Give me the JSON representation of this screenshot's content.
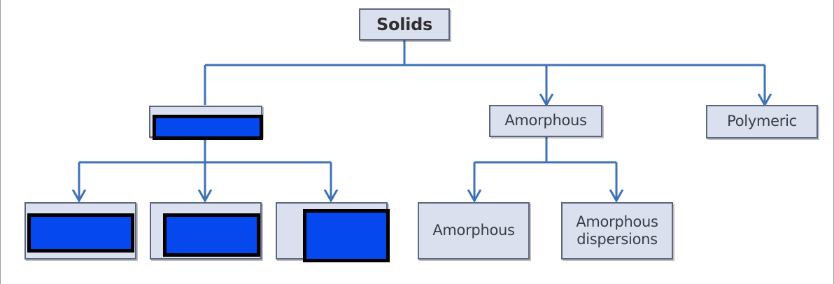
{
  "diagram": {
    "root": {
      "label": "Solids"
    },
    "level1": [
      {
        "id": "crystalline",
        "label": "",
        "redacted": true
      },
      {
        "id": "amorphous",
        "label": "Amorphous"
      },
      {
        "id": "polymeric",
        "label": "Polymeric"
      }
    ],
    "crystalline_children": [
      {
        "id": "c1",
        "label": "",
        "redacted": true
      },
      {
        "id": "c2",
        "label": "",
        "redacted": true
      },
      {
        "id": "c3",
        "label": "",
        "redacted": true
      }
    ],
    "amorphous_children": [
      {
        "id": "a1",
        "label": "Amorphous"
      },
      {
        "id": "a2",
        "label_line1": "Amorphous",
        "label_line2": "dispersions"
      }
    ]
  },
  "colors": {
    "connector": "#3d72b6",
    "box_fill": "#dbe0ee",
    "box_border": "#5b6680",
    "redaction_fill": "#0548ee",
    "redaction_border": "#000000"
  }
}
